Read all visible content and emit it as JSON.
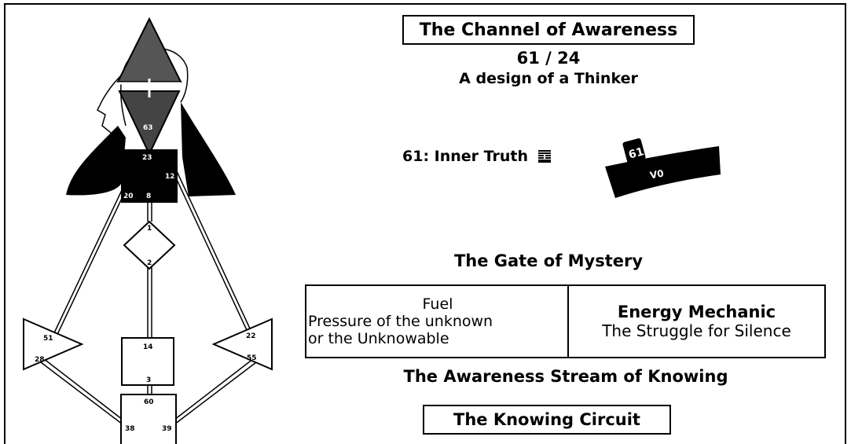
{
  "channel": {
    "title": "The Channel of Awareness",
    "gates": "61 / 24",
    "design": "A design of a Thinker"
  },
  "gate": {
    "label": "61: Inner Truth",
    "hexagram_icon": "hexagram-icon",
    "badge_primary": "61",
    "badge_secondary": "V0",
    "name": "The Gate of Mystery"
  },
  "info": {
    "left_title": "Fuel",
    "left_line1": "Pressure of the unknown",
    "left_line2": "or the Unknowable",
    "right_title": "Energy Mechanic",
    "right_subtitle": "The Struggle for Silence"
  },
  "stream": "The Awareness Stream of Knowing",
  "circuit": "The Knowing Circuit",
  "bodygraph": {
    "gate_labels": {
      "g63": "63",
      "g23": "23",
      "g12": "12",
      "g20": "20",
      "g8": "8",
      "g1": "1",
      "g2": "2",
      "g14": "14",
      "g3": "3",
      "g60": "60",
      "g51": "51",
      "g28": "28",
      "g22": "22",
      "g55": "55",
      "g38": "38",
      "g39": "39"
    }
  },
  "colors": {
    "defined_center": "#000000",
    "head_triangle": "#444444",
    "background": "#ffffff"
  }
}
